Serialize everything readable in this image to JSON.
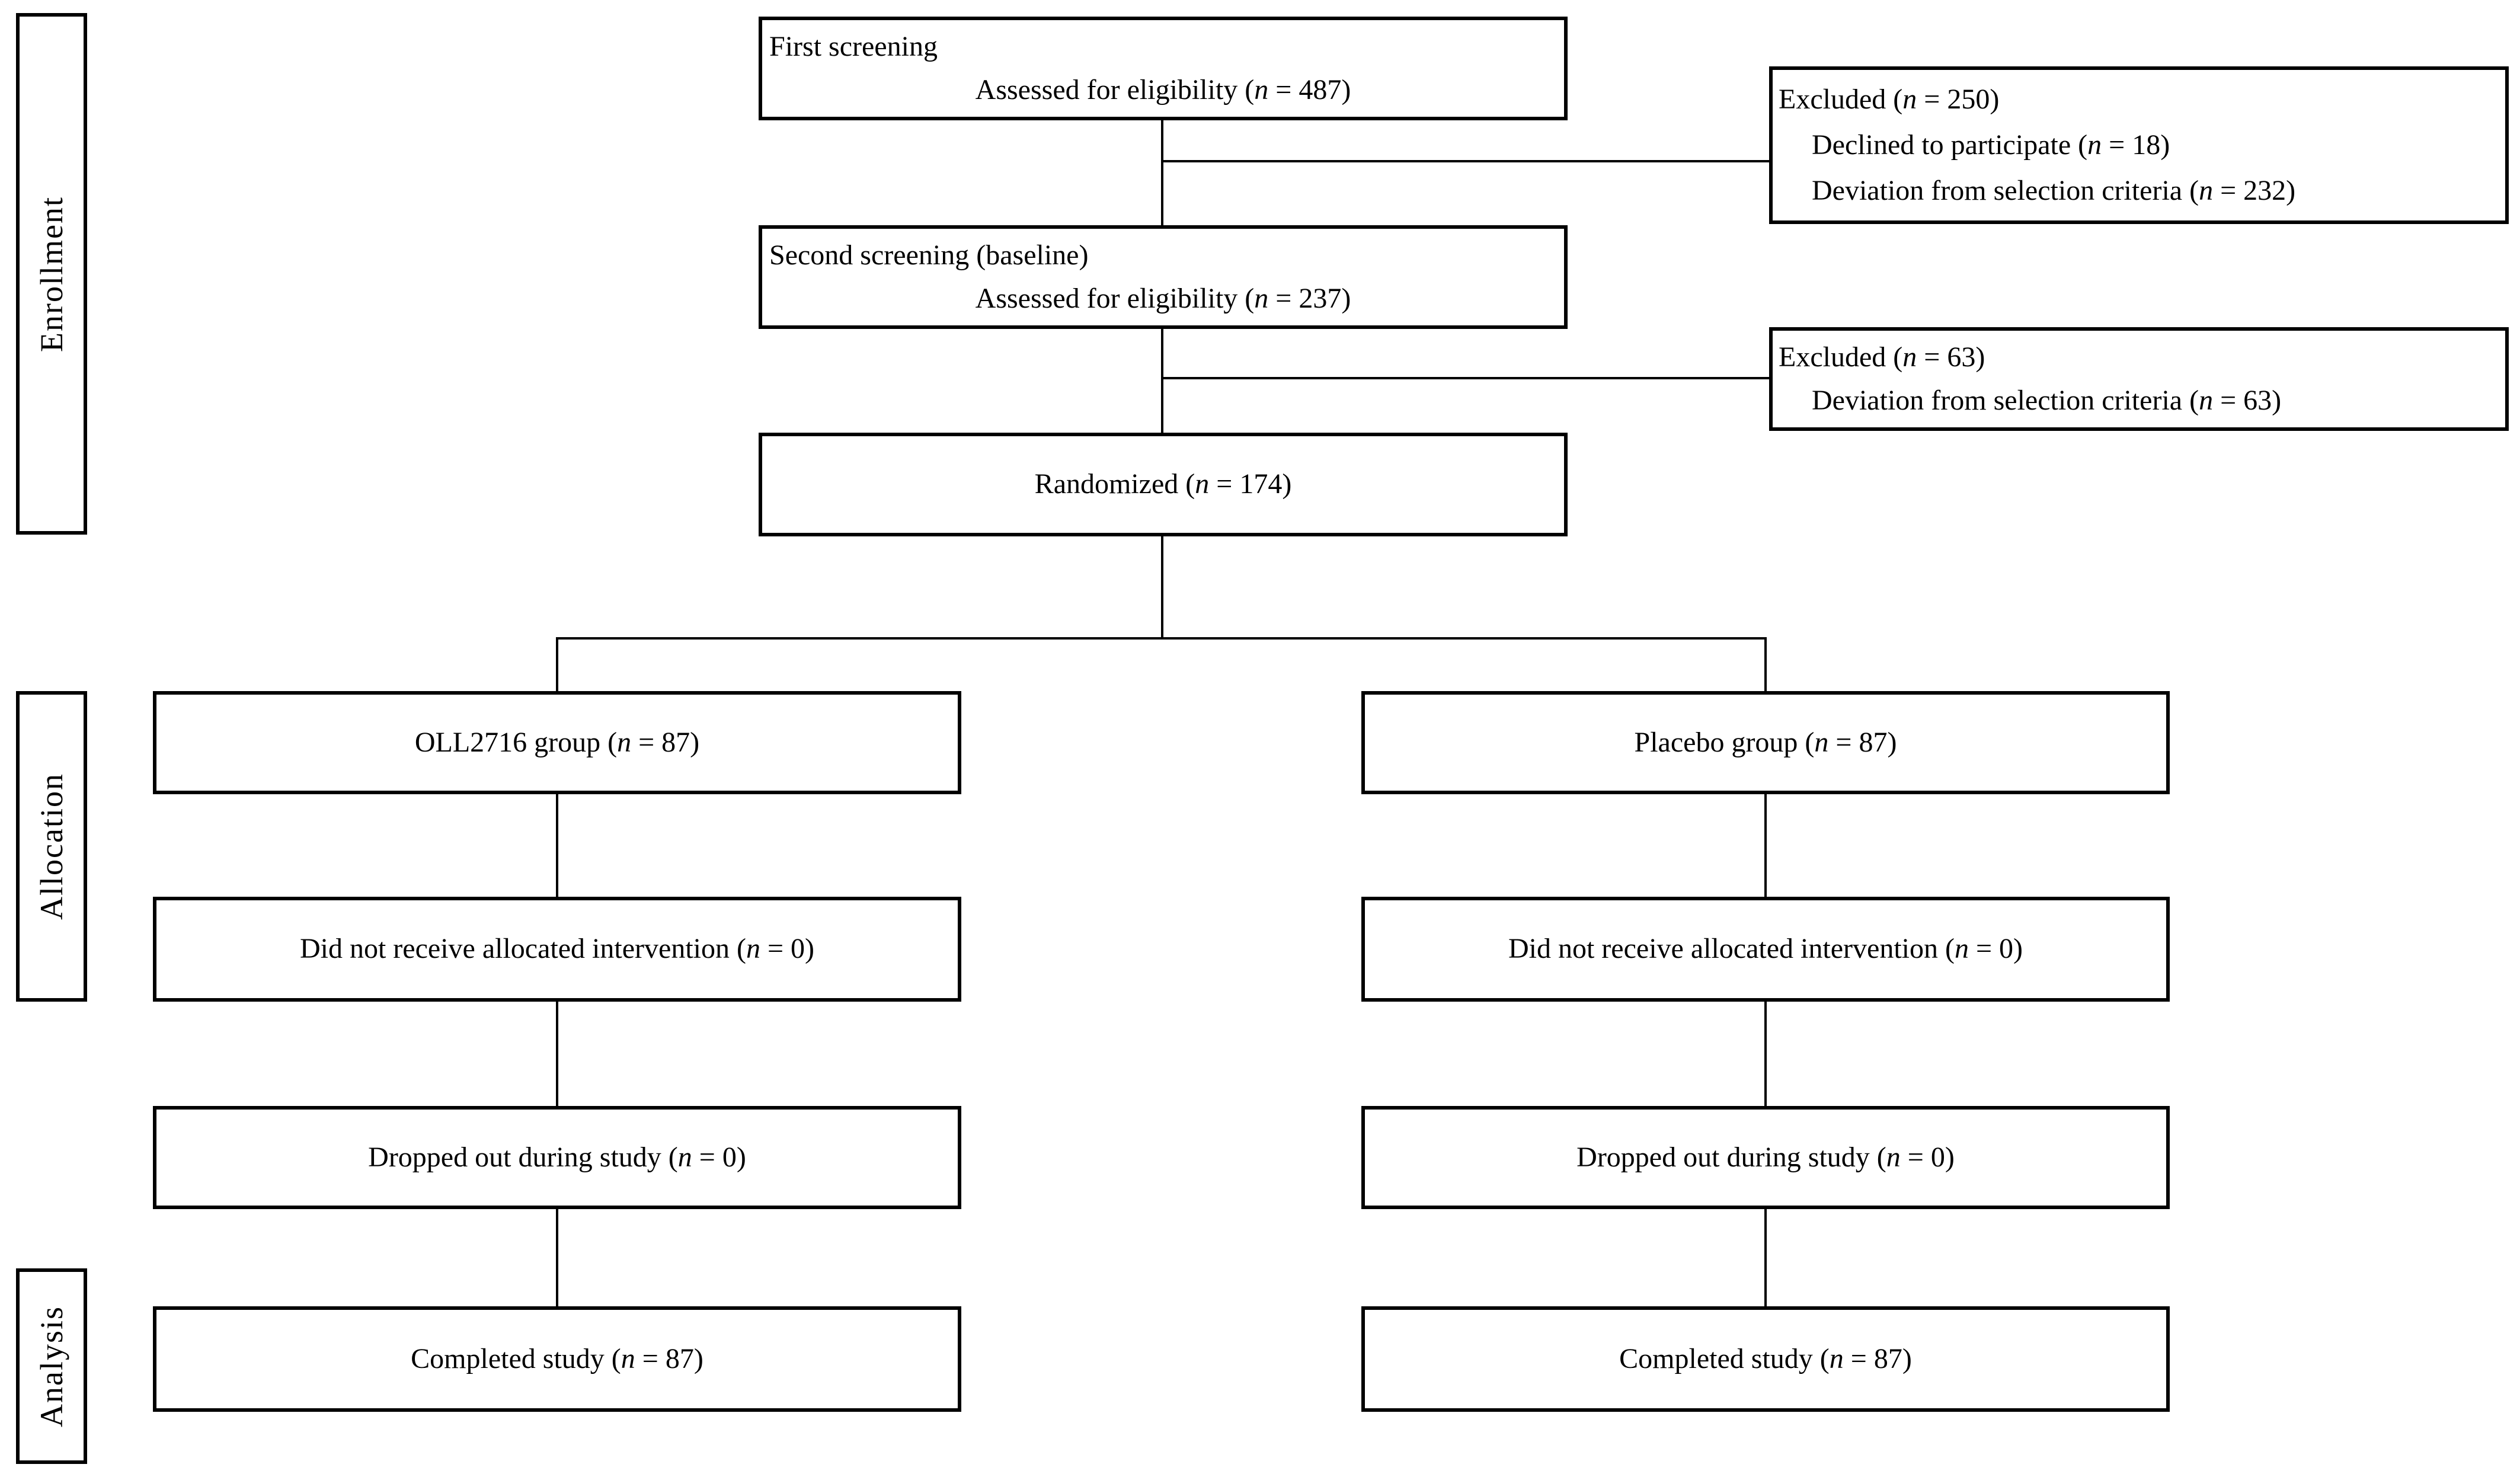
{
  "stages": [
    {
      "label": "Enrollment"
    },
    {
      "label": "Allocation"
    },
    {
      "label": "Analysis"
    }
  ],
  "boxes": {
    "first_screening": {
      "title": "First screening",
      "line": {
        "pre": "Assessed for eligibility (",
        "n": "n",
        "post": " = 487)"
      }
    },
    "excluded1": {
      "title": {
        "pre": "Excluded (",
        "n": "n",
        "post": " = 250)"
      },
      "items": [
        {
          "pre": "Declined to participate (",
          "n": "n",
          "post": " = 18)"
        },
        {
          "pre": "Deviation from selection criteria (",
          "n": "n",
          "post": " = 232)"
        }
      ]
    },
    "second_screening": {
      "title": "Second screening (baseline)",
      "line": {
        "pre": "Assessed for eligibility (",
        "n": "n",
        "post": " = 237)"
      }
    },
    "excluded2": {
      "title": {
        "pre": "Excluded (",
        "n": "n",
        "post": " = 63)"
      },
      "items": [
        {
          "pre": "Deviation from selection criteria (",
          "n": "n",
          "post": " = 63)"
        }
      ]
    },
    "randomized": {
      "pre": "Randomized (",
      "n": "n",
      "post": " = 174)"
    },
    "left_column": [
      {
        "pre": "OLL2716 group (",
        "n": "n",
        "post": " = 87)"
      },
      {
        "pre": "Did not receive allocated intervention (",
        "n": "n",
        "post": " = 0)"
      },
      {
        "pre": "Dropped out during study (",
        "n": "n",
        "post": " = 0)"
      },
      {
        "pre": "Completed study (",
        "n": "n",
        "post": " = 87)"
      }
    ],
    "right_column": [
      {
        "pre": "Placebo group (",
        "n": "n",
        "post": " = 87)"
      },
      {
        "pre": "Did not receive allocated intervention (",
        "n": "n",
        "post": " = 0)"
      },
      {
        "pre": "Dropped out during study (",
        "n": "n",
        "post": " = 0)"
      },
      {
        "pre": "Completed study (",
        "n": "n",
        "post": " = 87)"
      }
    ]
  },
  "colors": {
    "line": "#000000",
    "background": "#ffffff",
    "text": "#000000"
  }
}
